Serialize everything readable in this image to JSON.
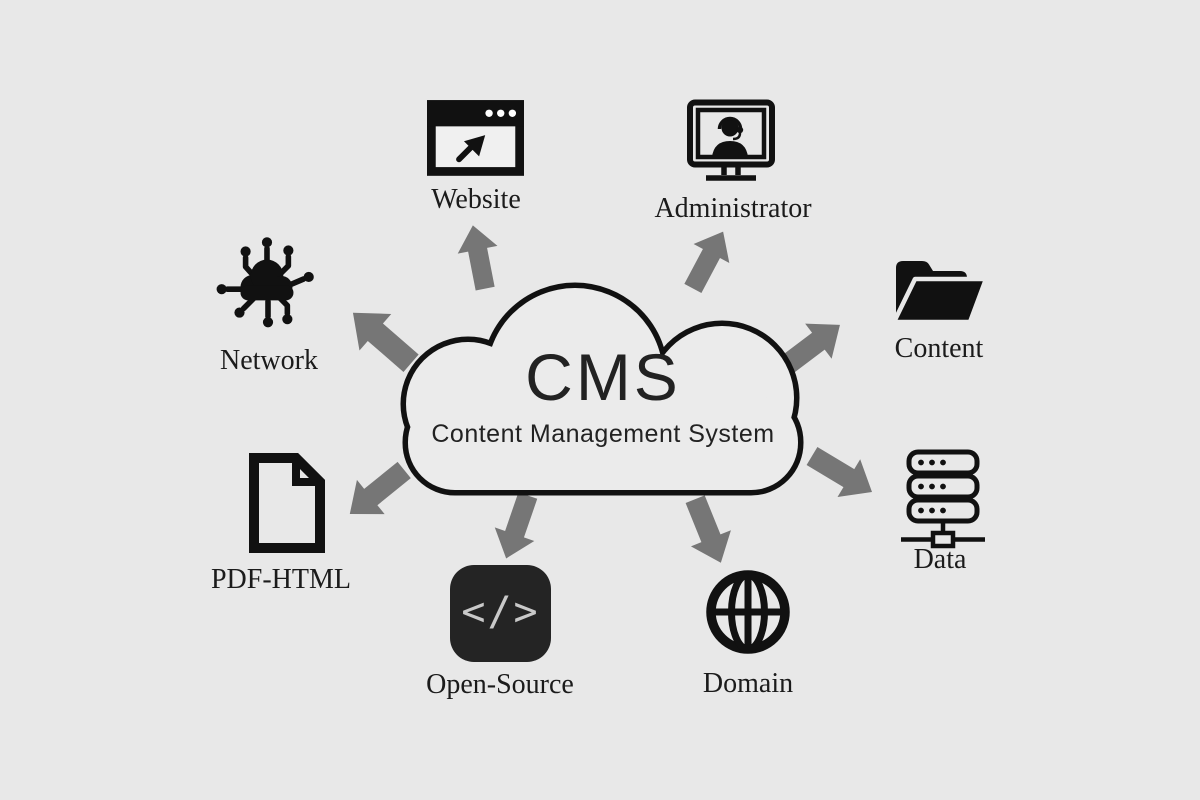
{
  "center": {
    "title": "CMS",
    "subtitle": "Content Management System",
    "icon": "cloud-outline-icon"
  },
  "nodes": [
    {
      "id": "website",
      "label": "Website",
      "icon": "browser-window-icon"
    },
    {
      "id": "administrator",
      "label": "Administrator",
      "icon": "support-monitor-icon"
    },
    {
      "id": "network",
      "label": "Network",
      "icon": "network-cloud-icon"
    },
    {
      "id": "content",
      "label": "Content",
      "icon": "open-folder-icon"
    },
    {
      "id": "data",
      "label": "Data",
      "icon": "server-stack-icon"
    },
    {
      "id": "domain",
      "label": "Domain",
      "icon": "globe-icon"
    },
    {
      "id": "open_source",
      "label": "Open-Source",
      "icon": "code-icon",
      "icon_text": "</>"
    },
    {
      "id": "pdf_html",
      "label": "PDF-HTML",
      "icon": "document-icon"
    }
  ],
  "colors": {
    "background": "#e8e8e8",
    "cloud_fill": "#ebebeb",
    "cloud_stroke": "#111111",
    "title": "#222222",
    "label": "#1b1b1b",
    "icon": "#111111",
    "arrow": "#767676",
    "open_source_bg": "#242424",
    "open_source_fg": "#c9c9c9"
  }
}
